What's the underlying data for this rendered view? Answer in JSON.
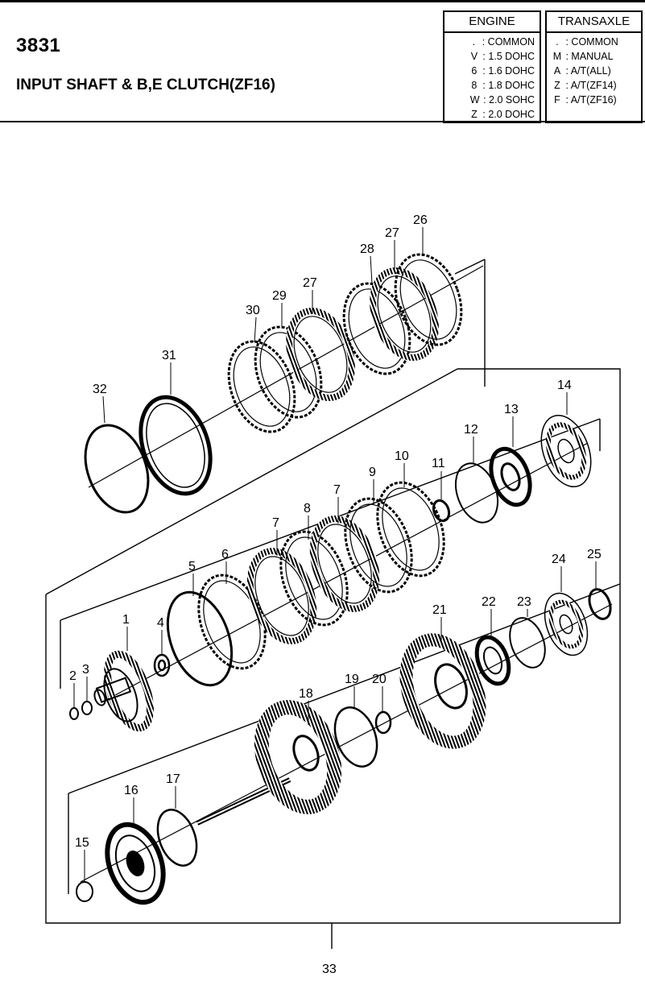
{
  "header": {
    "part_number": "3831",
    "title": "INPUT SHAFT & B,E CLUTCH(ZF16)"
  },
  "engine": {
    "heading": "ENGINE",
    "items": [
      {
        "code": ".",
        "desc": ": COMMON"
      },
      {
        "code": "V",
        "desc": ": 1.5 DOHC"
      },
      {
        "code": "6",
        "desc": ": 1.6 DOHC"
      },
      {
        "code": "8",
        "desc": ": 1.8 DOHC"
      },
      {
        "code": "W",
        "desc": ": 2.0 SOHC"
      },
      {
        "code": "Z",
        "desc": ": 2.0 DOHC"
      }
    ]
  },
  "transaxle": {
    "heading": "TRANSAXLE",
    "items": [
      {
        "code": ".",
        "desc": ": COMMON"
      },
      {
        "code": "M",
        "desc": ": MANUAL"
      },
      {
        "code": "A",
        "desc": ": A/T(ALL)"
      },
      {
        "code": "Z",
        "desc": ": A/T(ZF14)"
      },
      {
        "code": "F",
        "desc": ": A/T(ZF16)"
      }
    ]
  },
  "callouts": {
    "p1": "1",
    "p2": "2",
    "p3": "3",
    "p4": "4",
    "p5": "5",
    "p6": "6",
    "p7a": "7",
    "p7b": "7",
    "p8": "8",
    "p9": "9",
    "p10": "10",
    "p11": "11",
    "p12": "12",
    "p13": "13",
    "p14": "14",
    "p15": "15",
    "p16": "16",
    "p17": "17",
    "p18": "18",
    "p19": "19",
    "p20": "20",
    "p21": "21",
    "p22": "22",
    "p23": "23",
    "p24": "24",
    "p25": "25",
    "p26": "26",
    "p27a": "27",
    "p27b": "27",
    "p28": "28",
    "p29": "29",
    "p30": "30",
    "p31": "31",
    "p32": "32",
    "p33": "33"
  }
}
